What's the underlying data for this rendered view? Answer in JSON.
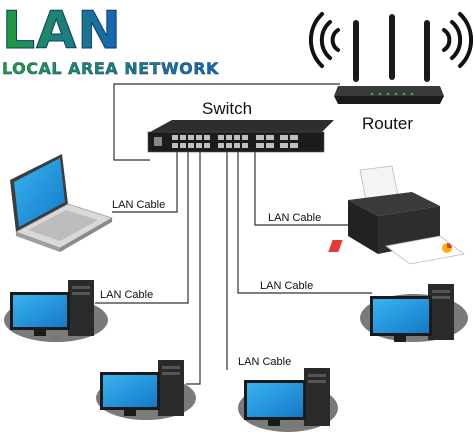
{
  "title": {
    "main": "LAN",
    "subtitle": "LOCAL AREA NETWORK"
  },
  "devices": {
    "switch_label": "Switch",
    "router_label": "Router"
  },
  "cables": {
    "laptop": "LAN Cable",
    "printer": "LAN Cable",
    "pc_left": "LAN Cable",
    "pc_right": "LAN Cable",
    "pc_bottom": "LAN Cable"
  },
  "colors": {
    "title_green": "#1f9e3a",
    "title_blue": "#1763b8",
    "screen_blue": "#1e9be0",
    "device_dark": "#2a2a2a",
    "shadow_grey": "#7a7a7a",
    "line": "#333333"
  }
}
